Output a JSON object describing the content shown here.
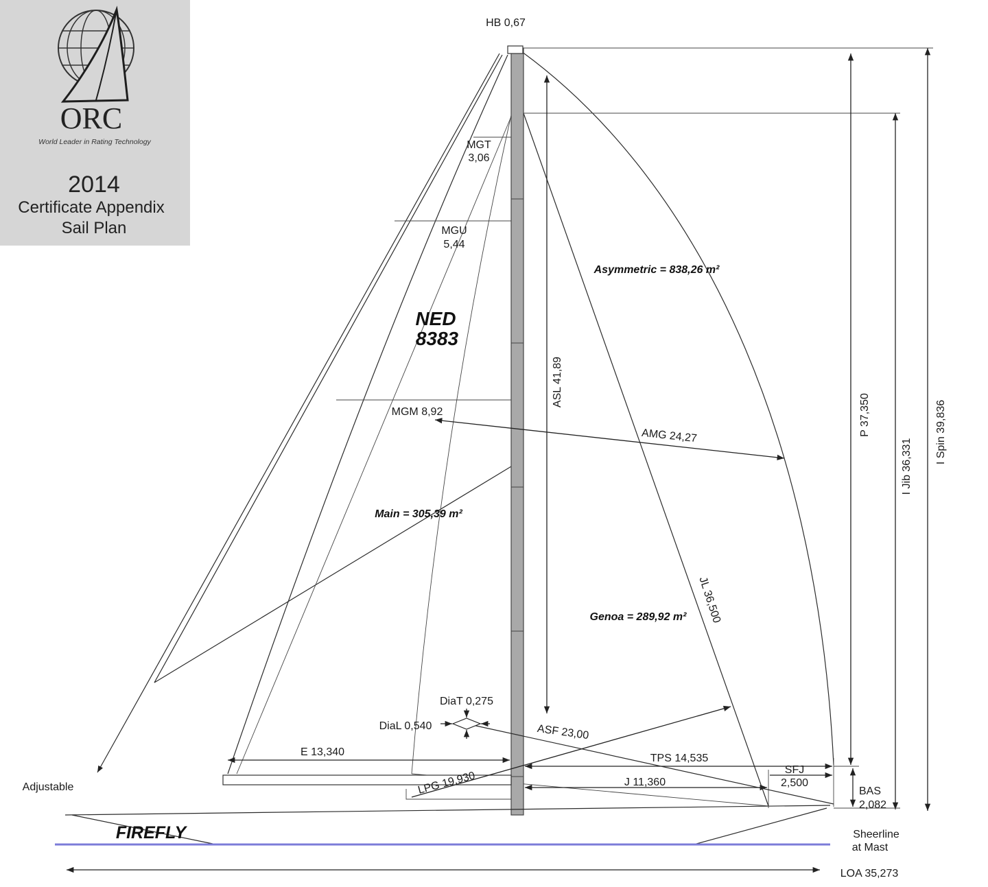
{
  "header": {
    "brand": "ORC",
    "tagline": "World Leader in Rating Technology",
    "year": "2014",
    "line1": "Certificate Appendix",
    "line2": "Sail Plan"
  },
  "boat": {
    "sail_number_prefix": "NED",
    "sail_number": "8383",
    "name": "FIREFLY"
  },
  "areas": {
    "main": "Main = 305,39 m²",
    "asymmetric": "Asymmetric = 838,26 m²",
    "genoa": "Genoa = 289,92 m²"
  },
  "measurements": {
    "hb": "HB 0,67",
    "mgt_label": "MGT",
    "mgt_value": "3,06",
    "mgu_label": "MGU",
    "mgu_value": "5,44",
    "mgm": "MGM 8,92",
    "amg": "AMG 24,27",
    "asl": "ASL 41,89",
    "p": "P 37,350",
    "i_jib": "I Jib 36,331",
    "i_spin": "I Spin 39,836",
    "jl": "JL 36,500",
    "diat": "DiaT 0,275",
    "dial": "DiaL 0,540",
    "asf": "ASF 23,00",
    "e": "E 13,340",
    "tps": "TPS 14,535",
    "sfj_label": "SFJ",
    "sfj_value": "2,500",
    "lpg": "LPG 19,930",
    "j": "J 11,360",
    "bas_label": "BAS",
    "bas_value": "2,082",
    "loa": "LOA 35,273"
  },
  "notes": {
    "adjustable": "Adjustable",
    "sheerline_line1": "Sheerline",
    "sheerline_line2": "at Mast"
  },
  "colors": {
    "header_bg": "#d6d6d6",
    "mast": "#a9a9a9",
    "waterline": "#7b7bd8",
    "lines": "#2b2b2b"
  }
}
